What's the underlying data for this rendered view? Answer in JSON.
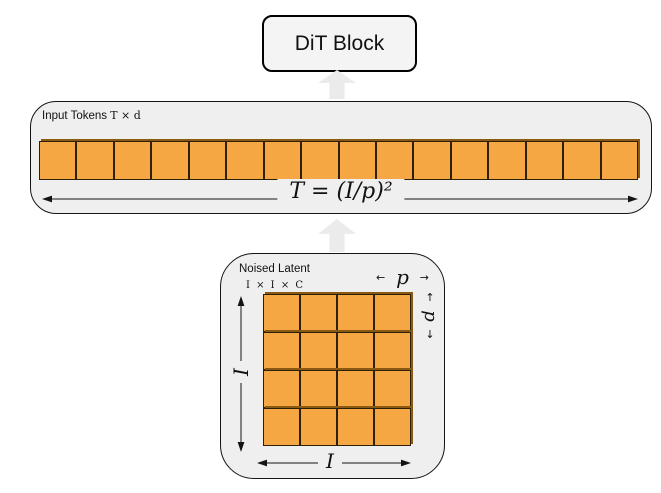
{
  "colors": {
    "container_bg": "#efefef",
    "container_border": "#141414",
    "node_bg": "#f4f4f4",
    "node_border": "#000000",
    "token_fill": "#f5a744",
    "token_border": "#2e1f08",
    "token_depth": "#8a5a12",
    "flow_arrow": "#ebebeb",
    "text": "#111111"
  },
  "dit_block": {
    "label": "DiT Block"
  },
  "input_tokens": {
    "title": "Input Tokens",
    "dims_label": "T × d",
    "token_count": 16,
    "length_formula": "T = (I/p)²"
  },
  "noised_latent": {
    "title": "Noised Latent",
    "dims_label": "I × I × C",
    "grid_rows": 4,
    "grid_cols": 4,
    "patch_size_label": "p",
    "image_size_label": "I"
  },
  "icons": {
    "arrow_left": "←",
    "arrow_right": "→",
    "arrow_up": "↑",
    "arrow_down": "↓"
  }
}
